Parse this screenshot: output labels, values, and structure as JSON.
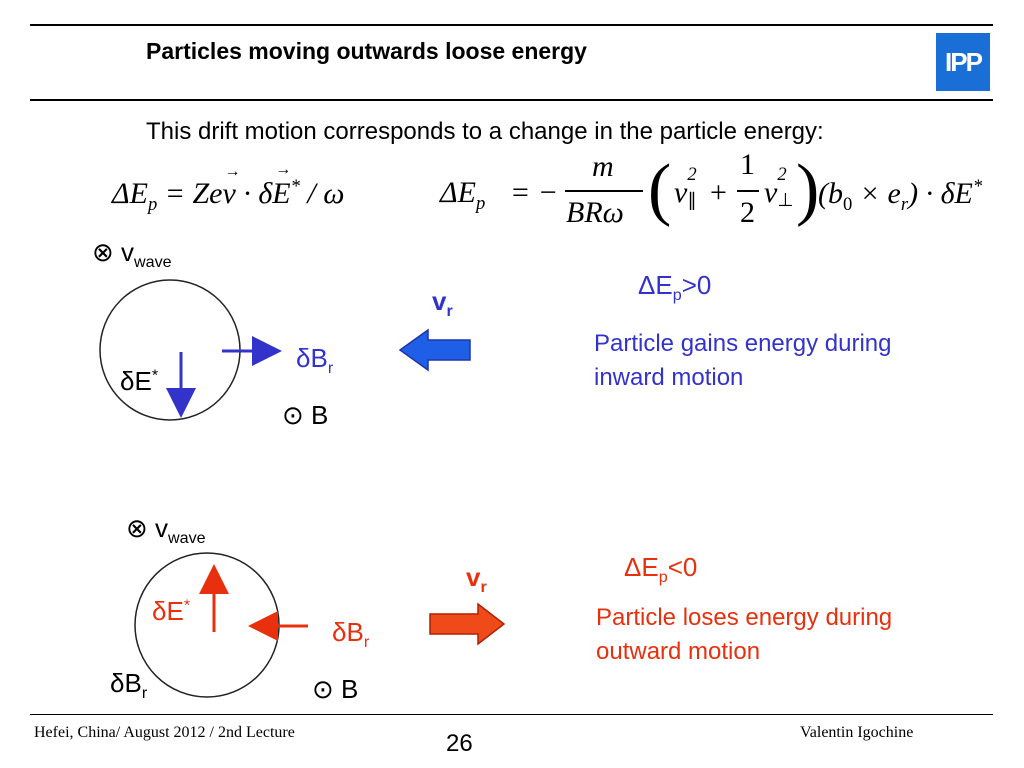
{
  "header": {
    "title": "Particles moving outwards loose energy",
    "logo_text": "IPP",
    "logo_color": "#1a6fd6"
  },
  "subtitle": "This drift motion corresponds to a change in the particle energy:",
  "formulas": {
    "left_parts": [
      "ΔE",
      "p",
      " = Ze",
      "v",
      " · δ",
      "E",
      "*",
      " / ω"
    ],
    "right_parts": {
      "lhs": "ΔE",
      "lhs_sub": "p",
      "eq": "= −",
      "num": "m",
      "den": "BRω",
      "v_par": "v",
      "par_sub": "∥",
      "sq": "2",
      "plus": "+",
      "half_num": "1",
      "half_den": "2",
      "v_perp": "v",
      "perp_sub": "⊥",
      "cross": "(b",
      "b_sub": "0",
      "x": " × e",
      "e_sub": "r",
      "tail": ") · δE",
      "star": "*"
    }
  },
  "top_diagram": {
    "vwave_symbol": "⊗",
    "vwave": "v",
    "vwave_sub": "wave",
    "dE": "δE",
    "dE_sup": "*",
    "dBr": "δB",
    "dBr_sub": "r",
    "B_symbol": "⊙",
    "B": "B",
    "vr": "v",
    "vr_sub": "r",
    "dEp": "ΔE",
    "dEp_sub": "p",
    "dEp_rel": ">0",
    "desc_line1": "Particle gains energy during",
    "desc_line2": "inward motion",
    "color": "#3333cc"
  },
  "bottom_diagram": {
    "vwave_symbol": "⊗",
    "vwave": "v",
    "vwave_sub": "wave",
    "dE": "δE",
    "dE_sup": "*",
    "dBr": "δB",
    "dBr_sub": "r",
    "dBr2": "δB",
    "dBr2_sub": "r",
    "B_symbol": "⊙",
    "B": "B",
    "vr": "v",
    "vr_sub": "r",
    "dEp": "ΔE",
    "dEp_sub": "p",
    "dEp_rel": "<0",
    "desc_line1": "Particle loses energy during",
    "desc_line2": "outward motion",
    "color": "#e8300e"
  },
  "footer": {
    "left": "Hefei, China/ August 2012 / 2nd Lecture",
    "page": "26",
    "right": "Valentin Igochine"
  }
}
